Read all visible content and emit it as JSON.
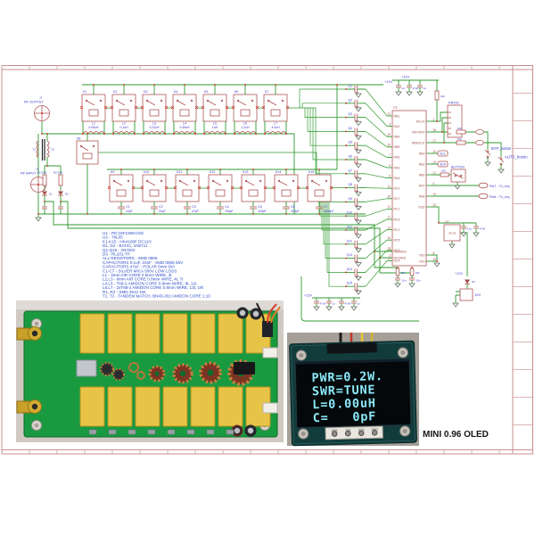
{
  "caption": "MINI 0.96 OLED",
  "schematic": {
    "connectors": {
      "rf_output_ref": "J1",
      "rf_output": "RF OUTPUT",
      "rf_input_ref": "J2",
      "rf_input": "RF INPUT"
    },
    "labels": {
      "plus12v": "+12V",
      "u1": "U1",
      "u2": "U2",
      "u2_part": "78L05",
      "prog": "PROG",
      "button": "BUTTON",
      "r10k": "10k",
      "d3": "D3",
      "conn12": "12V",
      "t1": "T1",
      "t2": "T2",
      "r1": "R1 50R",
      "r2": "R2 50R",
      "d1": "D1",
      "d2": "D2",
      "k8": "K8",
      "scl": "SCL",
      "sda": "SDA",
      "byp": "BYP_button",
      "auto": "AUTO_button",
      "tx1": "RA7 - Tx_req",
      "tx2": "RA6 - Tx_req"
    },
    "relays_top": [
      "K1",
      "K2",
      "K3",
      "K4",
      "K5",
      "K6",
      "K7"
    ],
    "relays_bottom": [
      "K9",
      "K10",
      "K11",
      "K12",
      "K13",
      "K14",
      "K15"
    ],
    "inductors": [
      {
        "name": "L1",
        "value": "0.05uH"
      },
      {
        "name": "L2",
        "value": "0.1uH"
      },
      {
        "name": "L3",
        "value": "0.22uH"
      },
      {
        "name": "L4",
        "value": "0.45uH"
      },
      {
        "name": "L5",
        "value": "1uH"
      },
      {
        "name": "L6",
        "value": "2.2uH"
      },
      {
        "name": "L7",
        "value": "4.4uH"
      }
    ],
    "capacitors": [
      {
        "name": "C1",
        "value": "10pF"
      },
      {
        "name": "C2",
        "value": "22pF"
      },
      {
        "name": "C3",
        "value": "47pF"
      },
      {
        "name": "C4",
        "value": "100pF"
      },
      {
        "name": "C5",
        "value": "220pF"
      },
      {
        "name": "C6",
        "value": "470pF"
      },
      {
        "name": "C7",
        "value": "1000pF"
      }
    ],
    "mosfets": [
      "Q1",
      "Q2",
      "Q3",
      "Q4",
      "Q5",
      "Q6",
      "Q7",
      "Q8",
      "Q9",
      "Q10",
      "Q11",
      "Q12",
      "Q13",
      "Q14",
      "Q15"
    ],
    "mcu": {
      "left_pins": [
        {
          "n": "22",
          "p": "RB1"
        },
        {
          "n": "4",
          "p": "RA2"
        },
        {
          "n": "25",
          "p": "RB4"
        },
        {
          "n": "26",
          "p": "RB5"
        },
        {
          "n": "7",
          "p": "RA5"
        },
        {
          "n": "5",
          "p": "RA3"
        },
        {
          "n": "6",
          "p": "RA4"
        },
        {
          "n": "11",
          "p": "RC0"
        },
        {
          "n": "18",
          "p": "RC7"
        },
        {
          "n": "12",
          "p": "RC1"
        },
        {
          "n": "17",
          "p": "RC6"
        },
        {
          "n": "13",
          "p": "RC2"
        },
        {
          "n": "16",
          "p": "RC5"
        },
        {
          "n": "14",
          "p": "RC3"
        },
        {
          "n": "15",
          "p": "RC4"
        }
      ],
      "right_pins": [
        {
          "n": "1",
          "p": "MCLR"
        },
        {
          "n": "28",
          "p": "RB7/DAT"
        },
        {
          "n": "27",
          "p": "RB6/CLK"
        },
        {
          "n": "24",
          "p": "RB3"
        },
        {
          "n": "23",
          "p": "RB2"
        },
        {
          "n": "21",
          "p": "RB0"
        },
        {
          "n": "9",
          "p": "RA7"
        },
        {
          "n": "10",
          "p": "RA6"
        },
        {
          "n": "20",
          "p": "VDD"
        }
      ],
      "bottom_left_pins": [
        {
          "n": "2",
          "p": "RA0/AN0"
        },
        {
          "n": "3",
          "p": "RA1/AN1"
        }
      ],
      "bottom_right_pins": [
        {
          "n": "8",
          "p": "VSS"
        },
        {
          "n": "19",
          "p": "VSS"
        }
      ]
    },
    "rc_filters": [
      {
        "r": "10k",
        "c": "10n"
      },
      {
        "r": "10k",
        "c": "10n"
      }
    ],
    "caps_top": [
      "1u",
      "47uF",
      "1u"
    ],
    "caps_bottom": [
      "47uF",
      "1u",
      "47uF",
      "1u"
    ],
    "reg_caps": [
      "0.1u",
      "47uF"
    ],
    "notes": [
      "U1 - PIC16F1938-I/SS",
      "U2 - 78L05",
      "K1-K15 - HK4100F DC12V",
      "D1, D2 - BAT41, 1N5711",
      "Q1-Q15 - 2N7002",
      "D3 - RL201-TP",
      "ALL RESISTORS - SMD 0805",
      "CAPACITORS 0.1uF, 10nF - SMD 0805 50V",
      "CAPACITORS 47uF - POLAR 5mm DIA",
      "C1-C7 - SILVER MICA 500V LOW LOSS",
      "L1 - 4mm AIR CORE 0.5mm WIRE, 3t",
      "L2,L3 - 6mm AIR CORE 0.8mm WIRE, 4t, 7t",
      "L4,L5 - T68-2 AMIDON CORE 0.8mm WIRE, 8t, 12t",
      "L6,L7 - 2xT68-2 AMIDON CORE 0.8mm WIRE, 13t, 19t",
      "R1, R2 - SMD 2512 1W",
      "T1, T2 - TANDEM MATCH, BN43-202 AMIDON CORE 1:10"
    ]
  },
  "oled": {
    "display_lines": [
      "PWR=0.2W.",
      "SWR=TUNE",
      "L=0.00uH",
      "C=   0pF"
    ],
    "pin_labels": [
      "SDA",
      "SCL",
      "VCC",
      "GND"
    ]
  }
}
